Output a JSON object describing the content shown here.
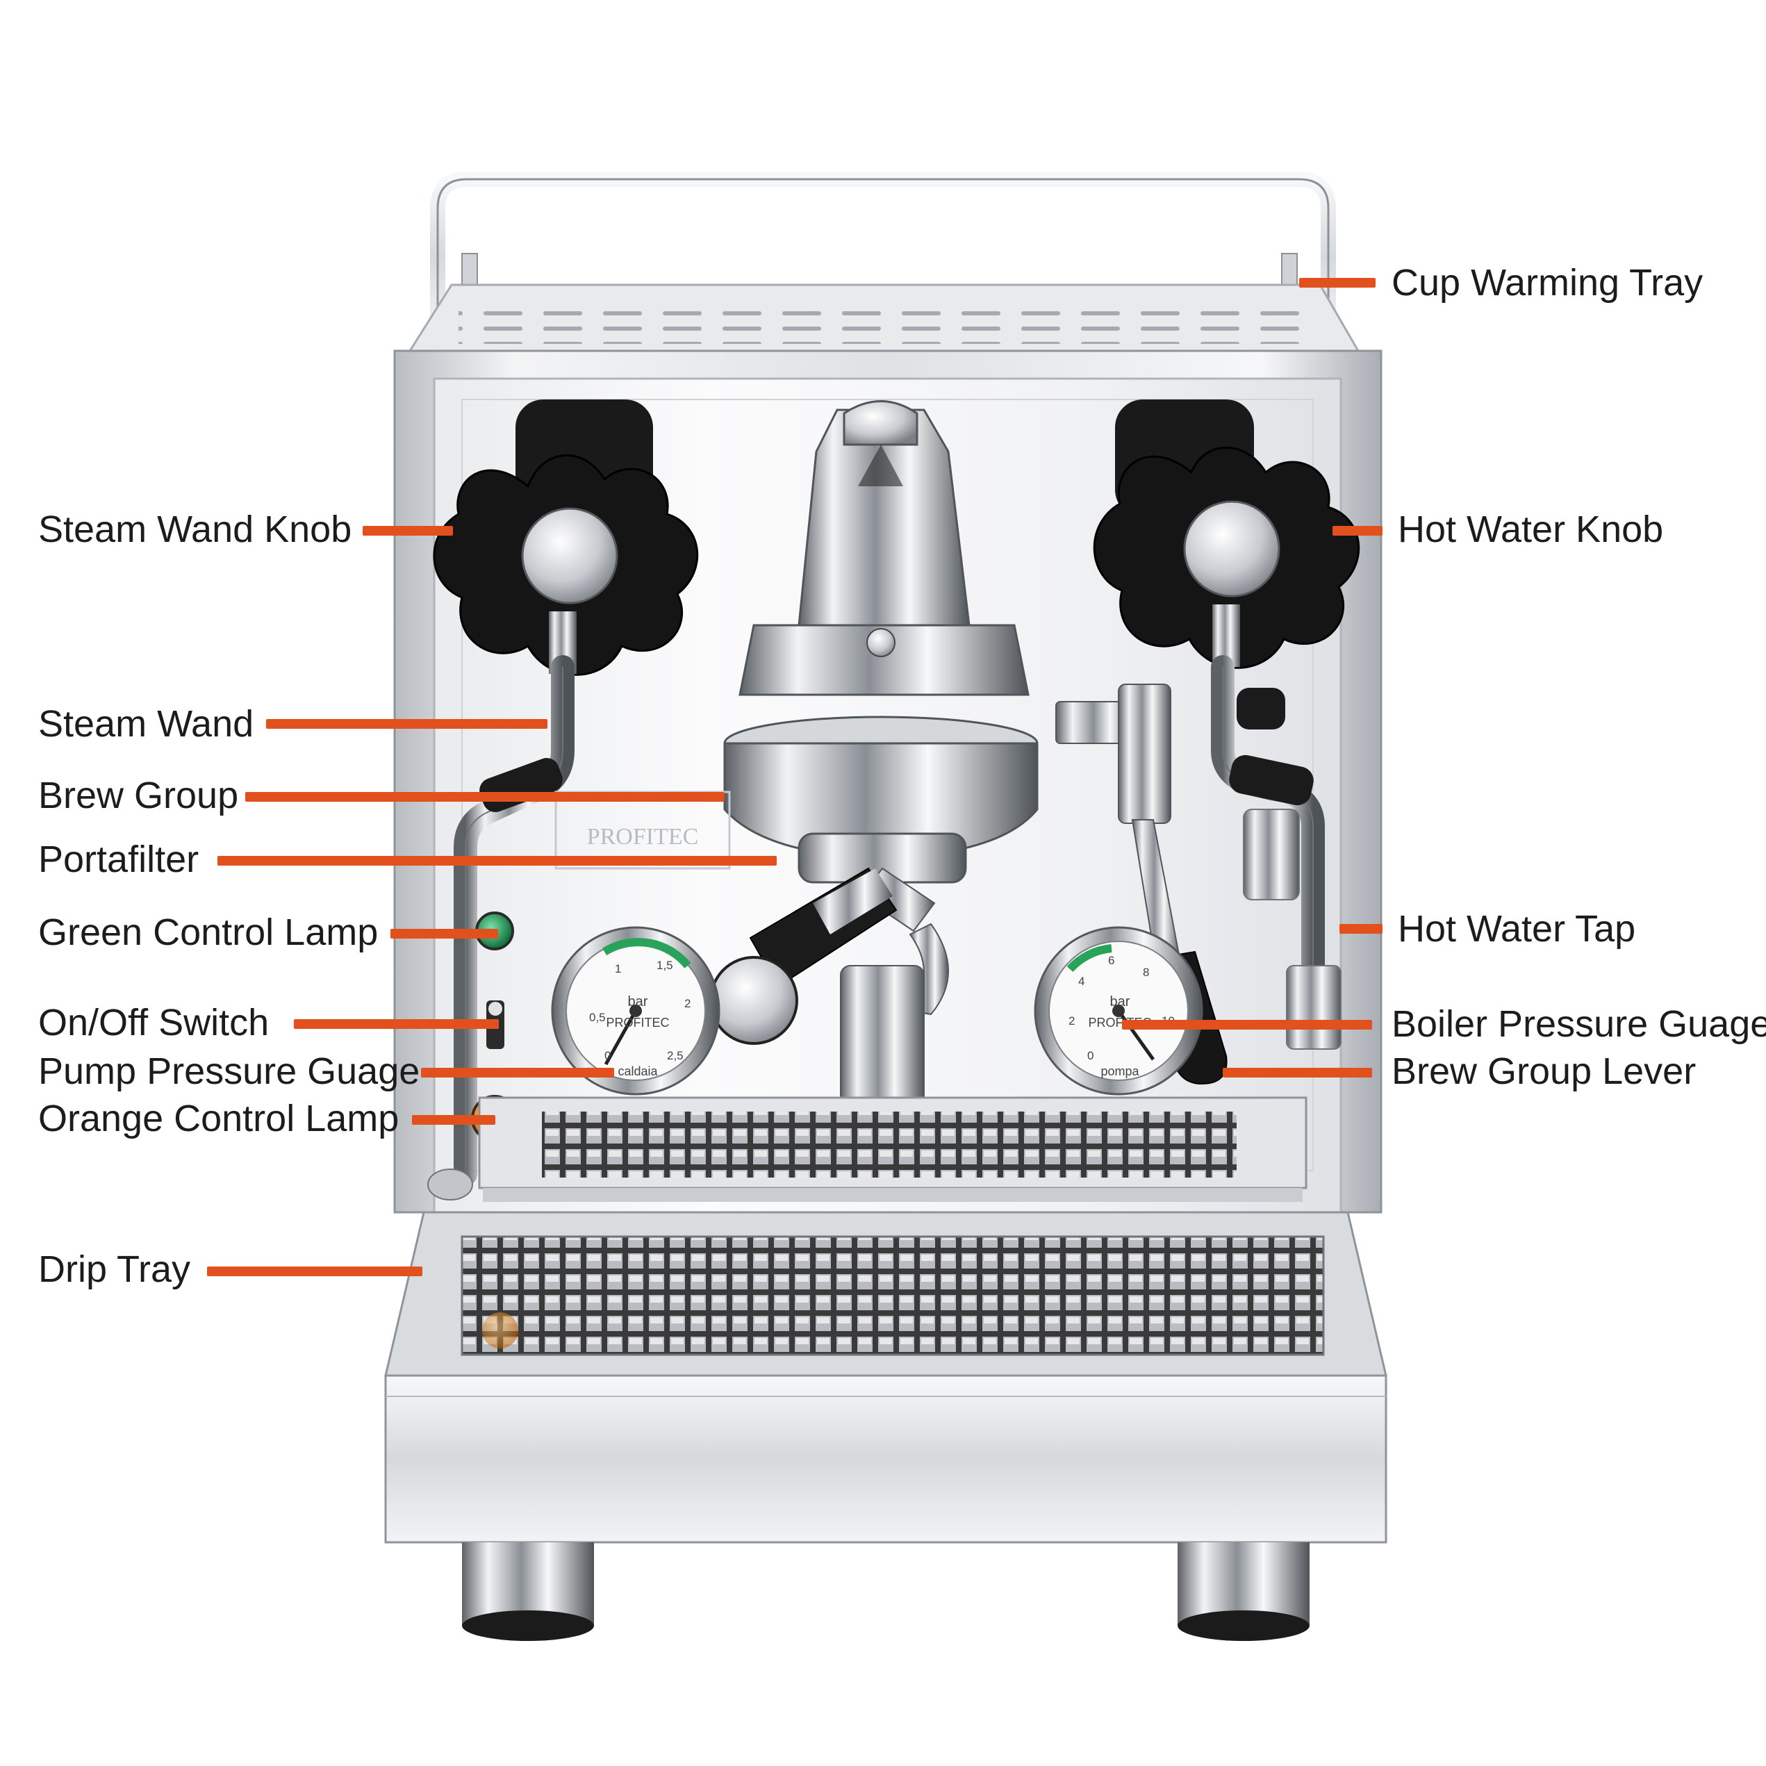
{
  "colors": {
    "pointer": "#e2501d",
    "label_text": "#1c1c1c",
    "steel_light": "#f4f5f6",
    "steel_mid": "#c9ccd0",
    "steel_dark": "#6f747a",
    "knob_black": "#161616",
    "grate_dark": "#2b2b2b",
    "gauge_green": "#2aa35a",
    "lamp_green": "#1f9a55",
    "lamp_orange": "#f08a12"
  },
  "labels": {
    "cup_warming_tray": "Cup Warming Tray",
    "steam_wand_knob": "Steam Wand Knob",
    "hot_water_knob": "Hot Water Knob",
    "steam_wand": "Steam Wand",
    "brew_group": "Brew Group",
    "portafilter": "Portafilter",
    "green_control_lamp": "Green Control Lamp",
    "hot_water_tap": "Hot Water Tap",
    "on_off_switch": "On/Off Switch",
    "boiler_pressure_guage": "Boiler Pressure Guage",
    "pump_pressure_guage": "Pump Pressure Guage",
    "brew_group_lever": "Brew Group Lever",
    "orange_control_lamp": "Orange Control Lamp",
    "drip_tray": "Drip Tray"
  },
  "machine_text": {
    "brand": "PROFITEC",
    "gauge_unit": "bar",
    "left_gauge_caption": "caldaia",
    "right_gauge_caption": "pompa",
    "left_gauge_ticks": [
      "0",
      "0,5",
      "1",
      "1,5",
      "2",
      "2,5"
    ],
    "right_gauge_ticks": [
      "0",
      "2",
      "4",
      "6",
      "8",
      "10"
    ]
  },
  "icons": {
    "steam_knob": "star-knob-icon",
    "hot_water_knob": "star-knob-icon",
    "green_lamp": "indicator-lamp-icon",
    "orange_lamp": "indicator-lamp-icon",
    "switch": "toggle-switch-icon"
  }
}
